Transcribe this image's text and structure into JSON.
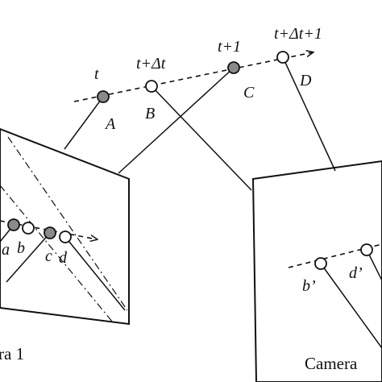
{
  "time_labels": {
    "t": "t",
    "t_dt": "t+Δt",
    "t_1": "t+1",
    "t_dt_1": "t+Δt+1"
  },
  "world_points": {
    "A": "A",
    "B": "B",
    "C": "C",
    "D": "D"
  },
  "camera1": {
    "caption": "ra 1",
    "points": {
      "a": "a",
      "b": "b",
      "c": "c",
      "d": "d"
    }
  },
  "camera2": {
    "caption": "Camera",
    "points": {
      "b": "b’",
      "d": "d’"
    }
  },
  "colors": {
    "observed_point": "#8a8a8a",
    "interpolated_point": "#ffffff",
    "stroke": "#111111"
  }
}
